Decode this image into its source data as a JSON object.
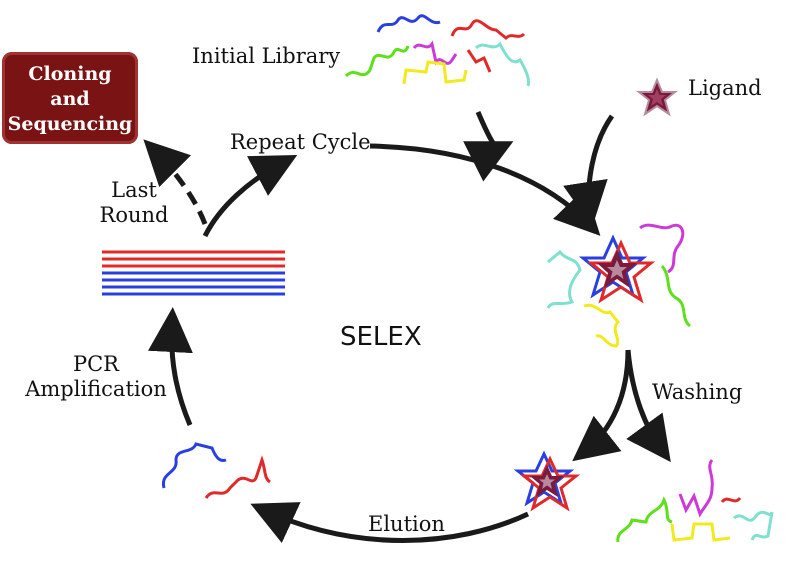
{
  "diagram": {
    "title": "SELEX",
    "labels": {
      "initial_library": "Initial Library",
      "ligand": "Ligand",
      "repeat_cycle": "Repeat Cycle",
      "last_round_line1": "Last",
      "last_round_line2": "Round",
      "washing": "Washing",
      "elution": "Elution",
      "pcr_line1": "PCR",
      "pcr_line2": "Amplification"
    },
    "cloning_box": {
      "line1": "Cloning",
      "line2": "and",
      "line3": "Sequencing",
      "color": "#7a1414"
    },
    "colors": {
      "strand_red": "#e02a2a",
      "strand_blue": "#2a3fe0",
      "strand_green": "#5fe01c",
      "strand_yellow": "#f2ea1c",
      "strand_magenta": "#cc3ad8",
      "strand_cyan": "#7fe0d0",
      "ligand_star": "#7b1a3a",
      "arrow": "#1a1a1a"
    }
  }
}
